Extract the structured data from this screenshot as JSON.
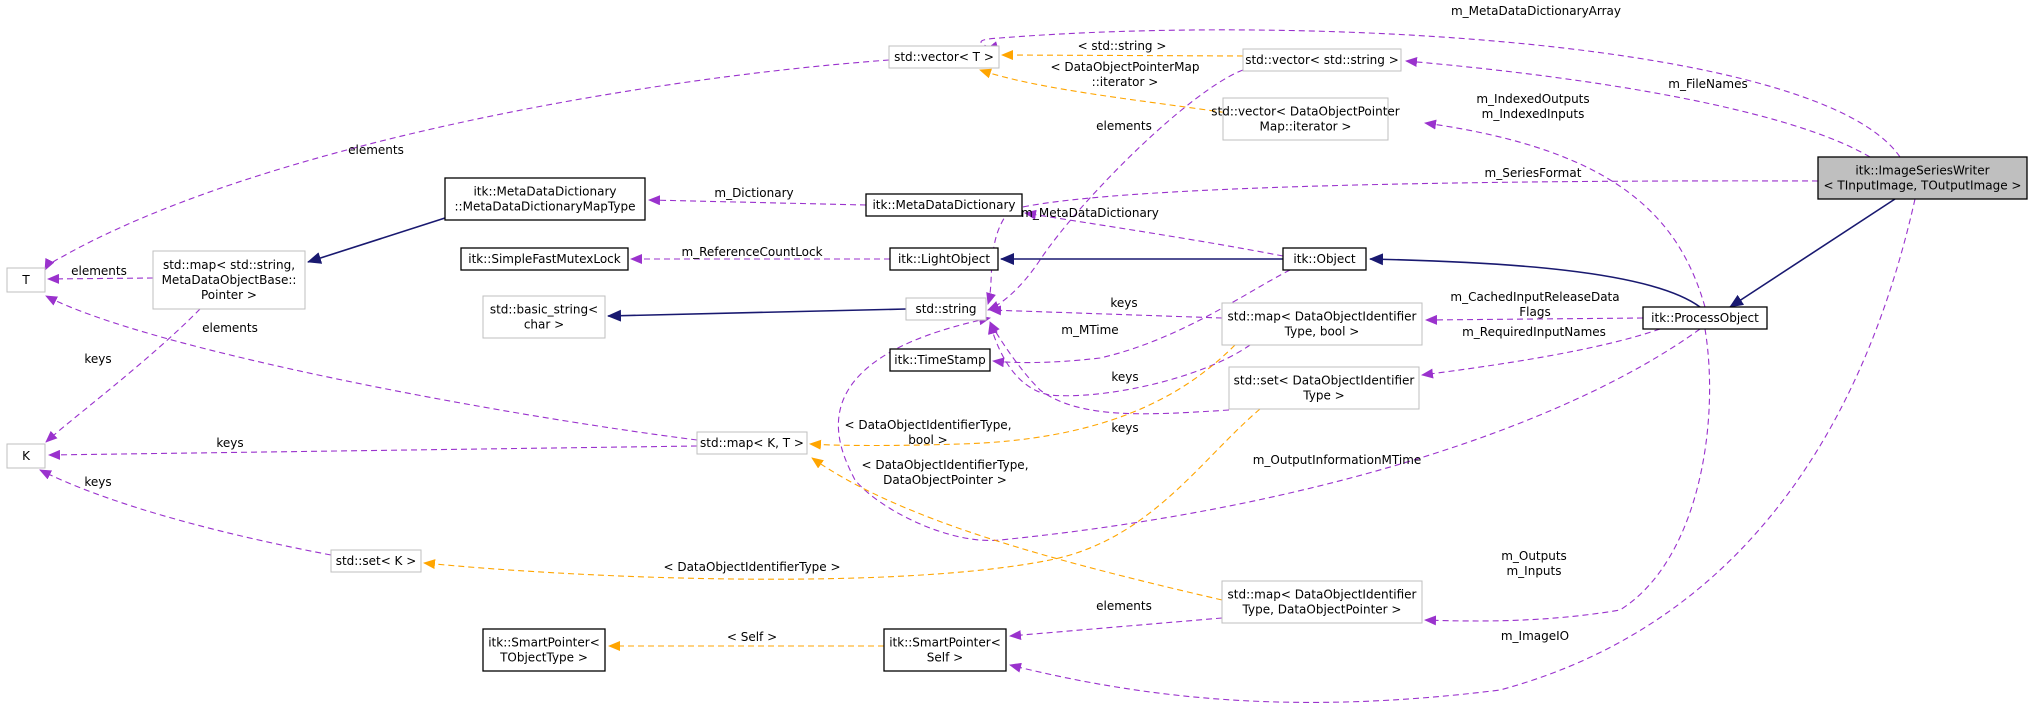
{
  "colors": {
    "member": "#9a32cd",
    "template": "#ffa500",
    "inherit": "#191970",
    "node_border_gray": "#bfbfbf",
    "node_border_black": "#000000",
    "highlight_fill": "#bfbfbf"
  },
  "nodes": {
    "isw": [
      "itk::ImageSeriesWriter",
      "< TInputImage, TOutputImage >"
    ],
    "vecT": [
      "std::vector< T >"
    ],
    "vecStr": [
      "std::vector< std::string >"
    ],
    "vecDop": [
      "std::vector< DataObjectPointer",
      "Map::iterator >"
    ],
    "mdd": [
      "itk::MetaDataDictionary",
      "::MetaDataDictionaryMapType"
    ],
    "metaDict": [
      "itk::MetaDataDictionary"
    ],
    "T": [
      "T"
    ],
    "mapStr": [
      "std::map< std::string,",
      "MetaDataObjectBase::",
      "Pointer >"
    ],
    "mutex": [
      "itk::SimpleFastMutexLock"
    ],
    "light": [
      "itk::LightObject"
    ],
    "obj": [
      "itk::Object"
    ],
    "basicStr": [
      "std::basic_string<",
      "char >"
    ],
    "stdString": [
      "std::string"
    ],
    "mapDoiBool": [
      "std::map< DataObjectIdentifier",
      "Type, bool >"
    ],
    "procObj": [
      "itk::ProcessObject"
    ],
    "timeStamp": [
      "itk::TimeStamp"
    ],
    "setDoi": [
      "std::set< DataObjectIdentifier",
      "Type >"
    ],
    "K": [
      "K"
    ],
    "mapKT": [
      "std::map< K, T >"
    ],
    "setK": [
      "std::set< K >"
    ],
    "mapDoiPtr": [
      "std::map< DataObjectIdentifier",
      "Type, DataObjectPointer >"
    ],
    "spTObj": [
      "itk::SmartPointer<",
      "TObjectType >"
    ],
    "spSelf": [
      "itk::SmartPointer<",
      "Self >"
    ]
  },
  "edge_labels": {
    "metaArray": [
      "m_MetaDataDictionaryArray"
    ],
    "strTpl": [
      "< std::string >"
    ],
    "dopTpl": [
      "< DataObjectPointerMap",
      "::iterator >"
    ],
    "fileNames": [
      "m_FileNames"
    ],
    "indexed": [
      "m_IndexedOutputs",
      "m_IndexedInputs"
    ],
    "elemVec": [
      "elements"
    ],
    "elemT1": [
      "elements"
    ],
    "seriesFormat": [
      "m_SeriesFormat"
    ],
    "dictionary": [
      "m_Dictionary"
    ],
    "metaDictM": [
      "m_MetaDataDictionary"
    ],
    "elemT2": [
      "elements"
    ],
    "refLock": [
      "m_ReferenceCountLock"
    ],
    "keysK1": [
      "keys"
    ],
    "elemT3": [
      "elements"
    ],
    "keysStr1": [
      "keys"
    ],
    "mtime": [
      "m_MTime"
    ],
    "cachedFlags": [
      "m_CachedInputReleaseData",
      "Flags"
    ],
    "reqNames": [
      "m_RequiredInputNames"
    ],
    "keysStr2": [
      "keys"
    ],
    "keysStr3": [
      "keys"
    ],
    "keysK2": [
      "keys"
    ],
    "doiBoolTpl": [
      "< DataObjectIdentifierType,",
      "bool >"
    ],
    "outInfo": [
      "m_OutputInformationMTime"
    ],
    "doiPtrTpl": [
      "< DataObjectIdentifierType,",
      "DataObjectPointer >"
    ],
    "keysK3": [
      "keys"
    ],
    "doiTpl": [
      "< DataObjectIdentifierType >"
    ],
    "outputs": [
      "m_Outputs",
      "m_Inputs"
    ],
    "elemSp": [
      "elements"
    ],
    "selfTpl": [
      "< Self >"
    ],
    "imageIO": [
      "m_ImageIO"
    ]
  }
}
